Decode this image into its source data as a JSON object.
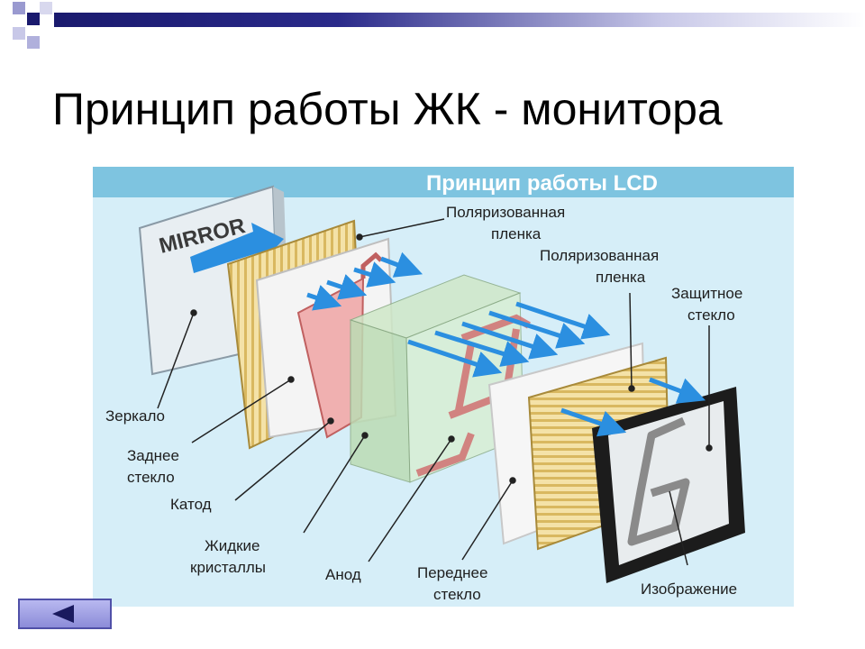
{
  "slide": {
    "title": "Принцип работы ЖК - монитора"
  },
  "diagram": {
    "header": "Принцип работы LCD",
    "mirror_text": "MIRROR",
    "labels": {
      "polar_film_1": [
        "Поляризованная",
        "пленка"
      ],
      "polar_film_2": [
        "Поляризованная",
        "пленка"
      ],
      "protective_glass": [
        "Защитное",
        "стекло"
      ],
      "mirror": [
        "Зеркало"
      ],
      "back_glass": [
        "Заднее",
        "стекло"
      ],
      "cathode": [
        "Катод"
      ],
      "liquid_crystals": [
        "Жидкие",
        "кристаллы"
      ],
      "anode": [
        "Анод"
      ],
      "front_glass": [
        "Переднее",
        "стекло"
      ],
      "image": [
        "Изображение"
      ]
    }
  },
  "navigation": {
    "back_icon": "triangle-left-icon"
  },
  "colors": {
    "diagram_background": "#d6eef8",
    "header_band": "#7ec4e0",
    "arrows": "#2b8fe0",
    "title_bar": "#1a1a6e"
  }
}
